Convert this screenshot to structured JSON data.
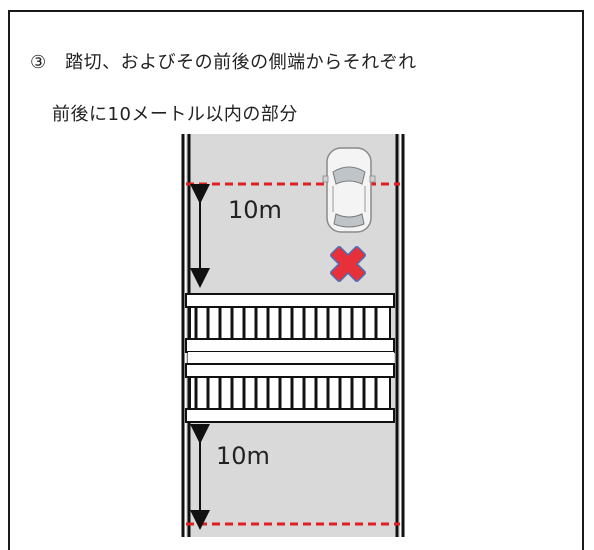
{
  "rule": {
    "line1": "③　踏切、およびその前後の側端からそれぞれ",
    "line2": "前後に10メートル以内の部分"
  },
  "diagram": {
    "upper_distance": "10m",
    "lower_distance": "10m",
    "no_parking_mark": "✖",
    "colors": {
      "road": "#d9d9d9",
      "boundary_dashed": "#e02020",
      "prohibited_mark": "#e8303a",
      "prohibited_outline": "#4a6fb5"
    }
  }
}
